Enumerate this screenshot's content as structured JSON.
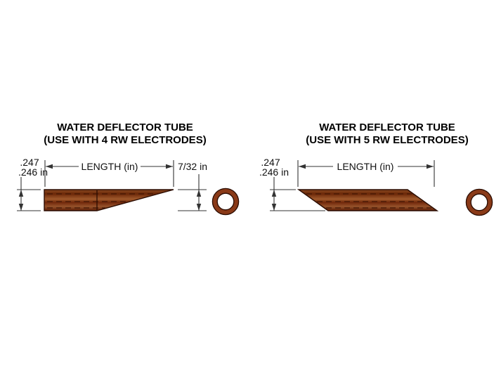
{
  "colors": {
    "copper": "#8a3a18",
    "copper_dark": "#5e1e06",
    "copper_light": "#a05a2c",
    "outline": "#2a0c02",
    "dimension_line": "#333333",
    "text": "#111111",
    "background": "#ffffff"
  },
  "diagrams": [
    {
      "title_line1": "WATER DEFLECTOR TUBE",
      "title_line2": "(USE WITH 4 RW ELECTRODES)",
      "od_label_line1": ".247",
      "od_label_line2": ".246 in",
      "length_label": "LENGTH (in)",
      "tip_label": "7/32 in"
    },
    {
      "title_line1": "WATER DEFLECTOR TUBE",
      "title_line2": "(USE WITH 5 RW ELECTRODES)",
      "od_label_line1": ".247",
      "od_label_line2": ".246 in",
      "length_label": "LENGTH (in)"
    }
  ]
}
